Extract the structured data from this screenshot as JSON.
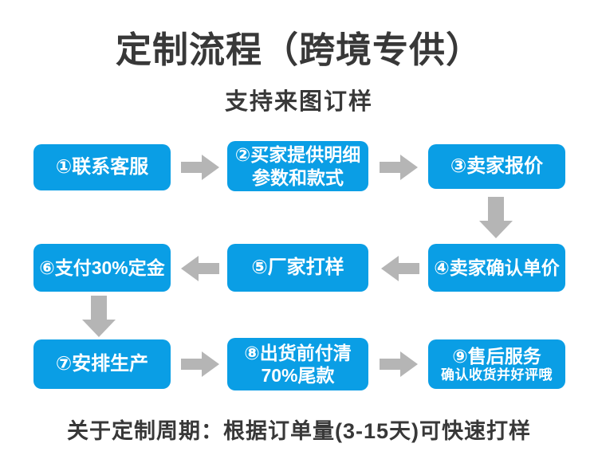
{
  "page": {
    "title": "定制流程（跨境专供）",
    "subtitle": "支持来图订样",
    "footer_note": "关于定制周期：根据订单量(3-15天)可快速打样"
  },
  "colors": {
    "accent_blue": "#0a9ee5",
    "arrow_gray": "#b5b5b5",
    "text_dark": "#383838",
    "box_text": "#ffffff",
    "background": "#ffffff"
  },
  "flow": {
    "steps": [
      {
        "id": "1",
        "lines": [
          "①联系客服"
        ]
      },
      {
        "id": "2",
        "lines": [
          "②买家提供明细",
          "参数和款式"
        ]
      },
      {
        "id": "3",
        "lines": [
          "③卖家报价"
        ]
      },
      {
        "id": "4",
        "lines": [
          "④卖家确认单价"
        ]
      },
      {
        "id": "5",
        "lines": [
          "⑤厂家打样"
        ]
      },
      {
        "id": "6",
        "lines": [
          "⑥支付30%定金"
        ]
      },
      {
        "id": "7",
        "lines": [
          "⑦安排生产"
        ]
      },
      {
        "id": "8",
        "lines": [
          "⑧出货前付清",
          "70%尾款"
        ]
      },
      {
        "id": "9",
        "lines": [
          "⑨售后服务",
          "确认收货并好评哦"
        ]
      }
    ],
    "arrows": [
      {
        "from": "1",
        "to": "2",
        "direction": "right"
      },
      {
        "from": "2",
        "to": "3",
        "direction": "right"
      },
      {
        "from": "3",
        "to": "4",
        "direction": "down"
      },
      {
        "from": "4",
        "to": "5",
        "direction": "left"
      },
      {
        "from": "5",
        "to": "6",
        "direction": "left"
      },
      {
        "from": "6",
        "to": "7",
        "direction": "down"
      },
      {
        "from": "7",
        "to": "8",
        "direction": "right"
      },
      {
        "from": "8",
        "to": "9",
        "direction": "right"
      }
    ]
  }
}
